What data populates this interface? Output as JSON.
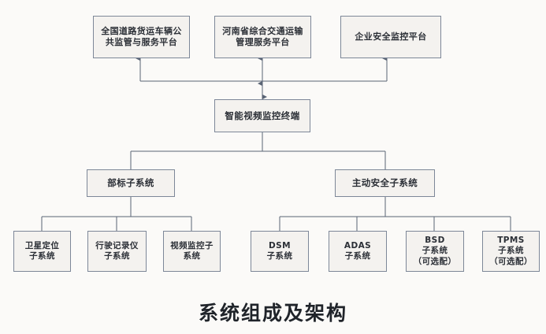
{
  "caption": "系统组成及架构",
  "colors": {
    "background": "#fbfaf8",
    "box_fill": "#f4f2ef",
    "box_border": "#7d8798",
    "connector": "#5a6475",
    "text": "#2b2f36"
  },
  "diagram": {
    "type": "hierarchy",
    "platforms": [
      {
        "id": "platform-national",
        "label": "全国道路货运车辆公\n共监管与服务平台"
      },
      {
        "id": "platform-henan",
        "label": "河南省综合交通运输\n管理服务平台"
      },
      {
        "id": "platform-enterprise",
        "label": "企业安全监控平台"
      }
    ],
    "terminal": {
      "id": "terminal",
      "label": "智能视频监控终端"
    },
    "subsystems": [
      {
        "id": "subsystem-bubiao",
        "label": "部标子系统"
      },
      {
        "id": "subsystem-active-safety",
        "label": "主动安全子系统"
      }
    ],
    "bubiao_children": [
      {
        "id": "leaf-satellite",
        "label": "卫星定位\n子系统"
      },
      {
        "id": "leaf-tachograph",
        "label": "行驶记录仪\n子系统"
      },
      {
        "id": "leaf-video",
        "label": "视频监控子\n系统"
      }
    ],
    "active_safety_children": [
      {
        "id": "leaf-dsm",
        "label": "DSM\n子系统"
      },
      {
        "id": "leaf-adas",
        "label": "ADAS\n子系统"
      },
      {
        "id": "leaf-bsd",
        "label": "BSD\n子系统\n（可选配）"
      },
      {
        "id": "leaf-tpms",
        "label": "TPMS\n子系统\n（可选配）"
      }
    ]
  }
}
